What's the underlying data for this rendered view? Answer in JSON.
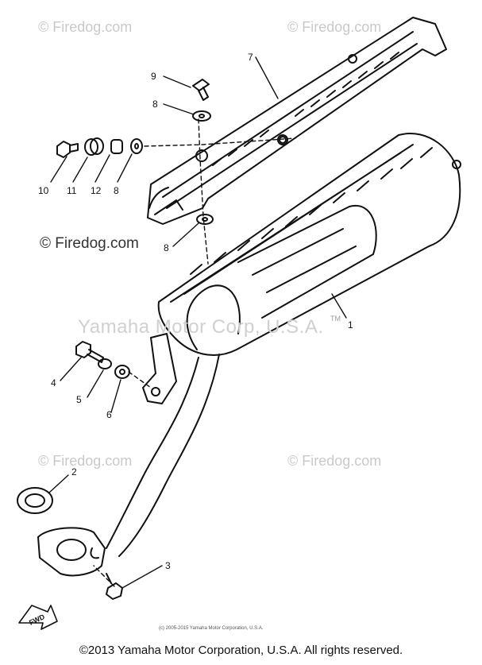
{
  "watermarks": {
    "top_left": "© Firedog.com",
    "top_right": "© Firedog.com",
    "mid_left": "© Firedog.com",
    "lower_left": "© Firedog.com",
    "lower_right": "© Firedog.com",
    "center_text": "Yamaha Motor Corp, U.S.A.",
    "tm": "TM"
  },
  "callouts": {
    "n1": "1",
    "n2": "2",
    "n3": "3",
    "n4": "4",
    "n5": "5",
    "n6": "6",
    "n7": "7",
    "n8a": "8",
    "n8b": "8",
    "n8c": "8",
    "n9": "9",
    "n10": "10",
    "n11": "11",
    "n12": "12"
  },
  "fwd_label": "FWD",
  "inner_copyright": "(c) 2005-2015 Yamaha Motor Corporation, U.S.A.",
  "footer": "©2013 Yamaha Motor Corporation, U.S.A. All rights reserved."
}
